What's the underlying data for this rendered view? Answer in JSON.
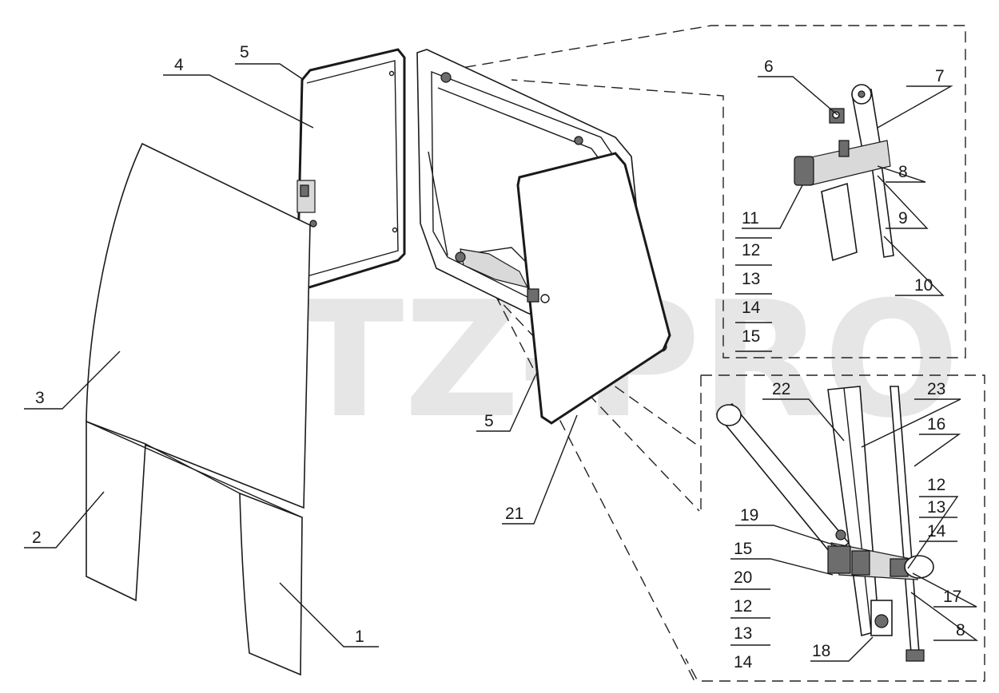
{
  "watermark": "MTZ-PRO",
  "labels": {
    "l1": "1",
    "l2": "2",
    "l3": "3",
    "l4": "4",
    "l5a": "5",
    "l5b": "5",
    "l6": "6",
    "l7": "7",
    "l8a": "8",
    "l8b": "8",
    "l9": "9",
    "l10": "10",
    "l11": "11",
    "l12a": "12",
    "l13a": "13",
    "l14a": "14",
    "l15a": "15",
    "l16": "16",
    "l12b": "12",
    "l13b": "13",
    "l14b": "14",
    "l15b": "15",
    "l20": "20",
    "l12c": "12",
    "l13c": "13",
    "l14c": "14",
    "l17": "17",
    "l18": "18",
    "l19": "19",
    "l21": "21",
    "l22": "22",
    "l23": "23"
  }
}
